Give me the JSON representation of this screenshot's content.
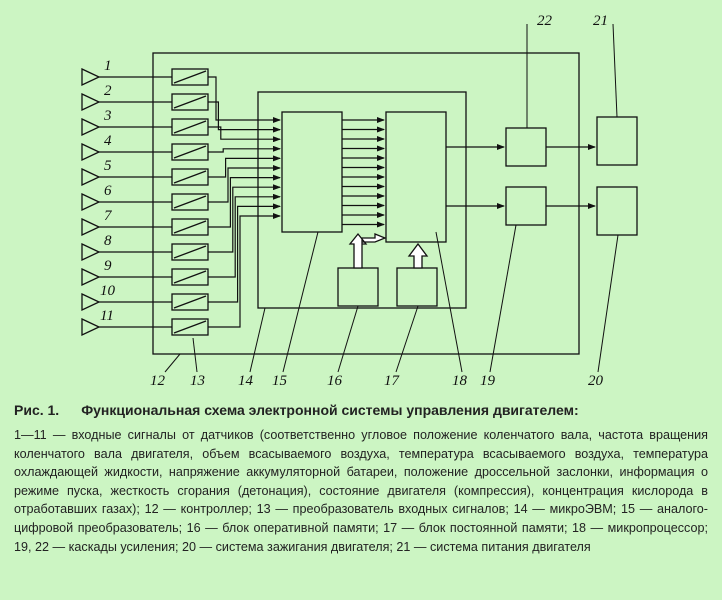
{
  "diagram": {
    "input_labels": [
      "1",
      "2",
      "3",
      "4",
      "5",
      "6",
      "7",
      "8",
      "9",
      "10",
      "11"
    ],
    "callouts": {
      "c12": "12",
      "c13": "13",
      "c14": "14",
      "c15": "15",
      "c16": "16",
      "c17": "17",
      "c18": "18",
      "c19": "19",
      "c20": "20",
      "c21": "21",
      "c22": "22"
    }
  },
  "caption": {
    "figure_number": "Рис. 1.",
    "title": "Функциональная схема электронной системы управления двигателем:",
    "body": "1—11 — входные сигналы от датчиков (соответственно угловое положение коленчатого вала, частота вращения коленчатого вала двигателя, объем всасываемого воздуха, температура всасываемого воздуха, температура охлаждающей жидкости, напряжение аккумуляторной батареи, положение дроссельной заслонки, информация о режиме пуска, жесткость сгорания (детонация), состояние двигателя (компрессия), концентрация кислорода в отработавших газах); 12 — контроллер; 13 — преобразователь входных сигналов; 14 — микроЭВМ; 15 — аналого-цифровой преобразователь; 16 — блок оперативной памяти; 17 — блок постоянной памяти; 18 — микропроцессор; 19, 22 — каскады усиления; 20 — система зажигания двигателя; 21 — система питания двигателя"
  }
}
